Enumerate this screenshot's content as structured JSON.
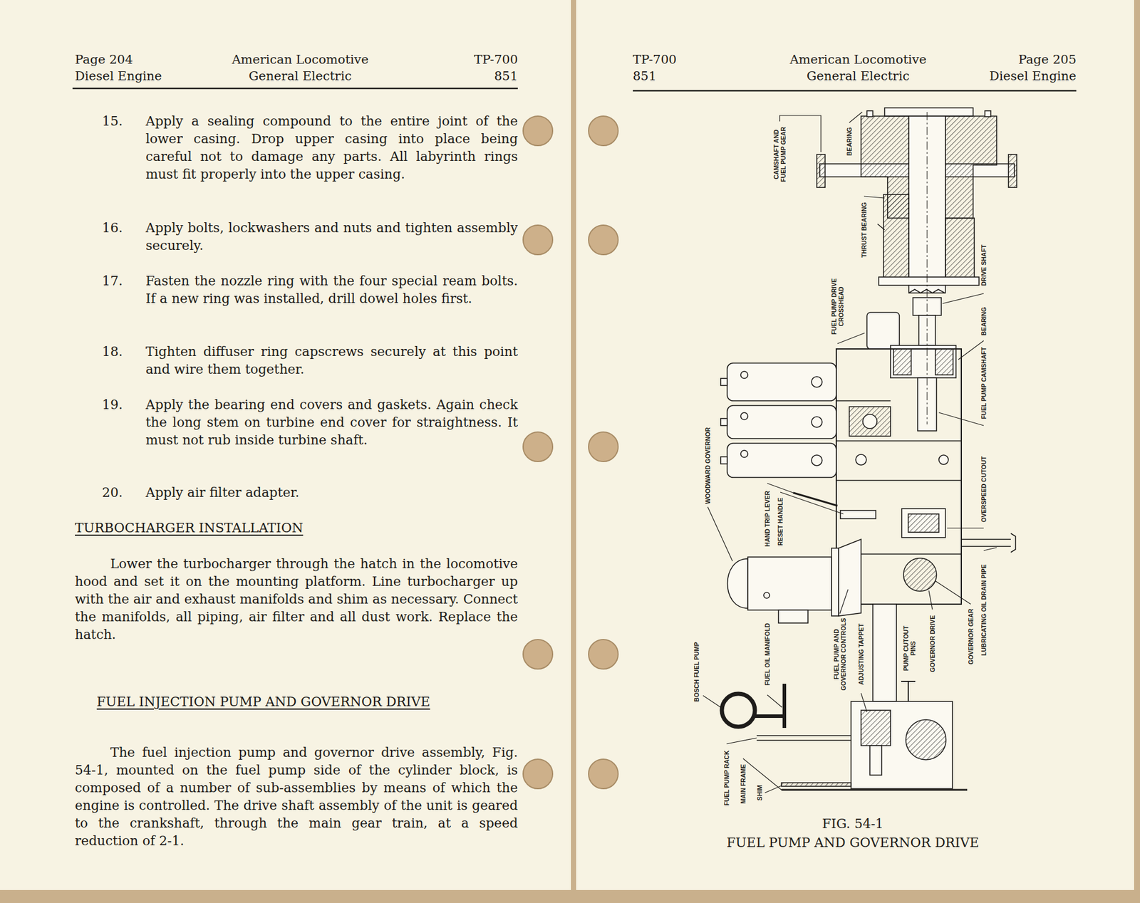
{
  "diagram": {
    "caption": "FUEL PUMP AND GOVERNOR DRIVE",
    "nodes": [
      {
        "text": [
          "Page 204",
          "American Locomotive",
          "TP-700",
          "Diesel Engine",
          "General Electric",
          "851",
          "15.",
          "Apply a sealing compound to the entire joint of the lower casing. Drop upper casing into place being careful not to damage any parts. All labyrinth rings must fit properly into the upper casing.",
          "16.",
          "Apply bolts, lockwashers and nuts and tighten assembly securely.",
          "17.",
          "Fasten the nozzle ring with the four special ream bolts. If a new ring was installed, drill dowel holes first.",
          "18.",
          "Tighten diffuser ring capscrews securely at this point and wire them together.",
          "19.",
          "Apply the bearing end covers and gaskets. Again check the long stem on turbine end cover for straightness. It must not rub inside turbine shaft.",
          "20.",
          "Apply air filter adapter.",
          "TURBOCHARGER INSTALLATION",
          "Lower the turbocharger through the hatch in the locomotive hood and set it on the mounting platform. Line turbocharger up with the air and exhaust manifolds and shim as necessary. Connect the manifolds, all piping, air filter and all dust work. Replace the hatch.",
          "FUEL INJECTION PUMP AND GOVERNOR DRIVE",
          "The fuel injection pump and governor drive assembly, Fig. 54-1, mounted on the fuel pump side of the cylinder block, is composed of a number of sub-assemblies by means of which the engine is controlled. The drive shaft assembly of the unit is geared to the crankshaft, through the main gear train, at a speed reduction of 2-1."
        ]
      },
      {
        "text": [
          "TP-700",
          "American Locomotive",
          "Page 205",
          "851",
          "General Electric",
          "Diesel Engine"
        ]
      }
    ],
    "labels": [
      "CAMSHAFT AND FUEL PUMP GEAR",
      "BEARING",
      "THRUST BEARING",
      "DRIVE SHAFT",
      "FUEL PUMP DRIVE CROSSHEAD",
      "BEARING",
      "FUEL PUMP CAMSHAFT",
      "OVERSPEED CUTOUT",
      "WOODWARD GOVERNOR",
      "HAND TRIP LEVER",
      "RESET HANDLE",
      "LUBRICATING OIL DRAIN PIPE",
      "GOVERNOR GEAR",
      "GOVERNOR DRIVE",
      "PUMP CUTOUT PINS",
      "ADJUSTING TAPPET",
      "FUEL PUMP AND GOVERNOR CONTROLS",
      "FUEL OIL MANIFOLD",
      "BOSCH FUEL PUMP",
      "FUEL PUMP RACK",
      "MAIN FRAME",
      "SHIM",
      "FIG. 54-1"
    ]
  }
}
